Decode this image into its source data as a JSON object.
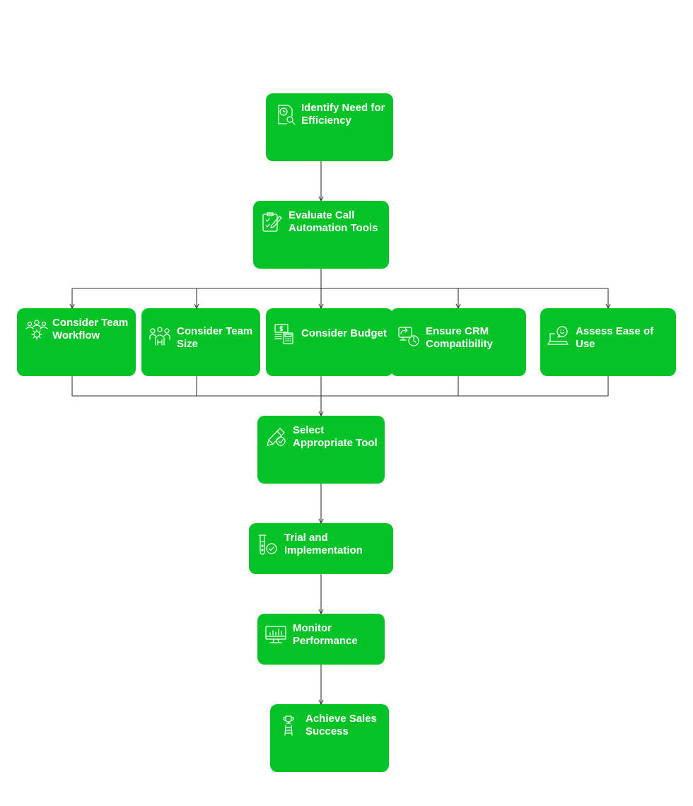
{
  "diagram": {
    "type": "flowchart",
    "colors": {
      "node_fill": "#04c327",
      "node_text": "#ffffff",
      "connector": "#333333"
    },
    "nodes": [
      {
        "id": "identify-need",
        "label": "Identify Need for Efficiency",
        "icon": "document-search-icon"
      },
      {
        "id": "evaluate-tools",
        "label": "Evaluate Call Automation Tools",
        "icon": "checklist-pencil-icon"
      },
      {
        "id": "team-workflow",
        "label": "Consider Team Workflow",
        "icon": "team-gear-icon"
      },
      {
        "id": "team-size",
        "label": "Consider Team Size",
        "icon": "group-people-icon"
      },
      {
        "id": "budget",
        "label": "Consider Budget",
        "icon": "money-calculator-icon"
      },
      {
        "id": "crm-compat",
        "label": "Ensure CRM Compatibility",
        "icon": "sync-screens-icon"
      },
      {
        "id": "ease-of-use",
        "label": "Assess Ease of Use",
        "icon": "laptop-smile-icon"
      },
      {
        "id": "select-tool",
        "label": "Select Appropriate Tool",
        "icon": "pencil-check-icon"
      },
      {
        "id": "trial",
        "label": "Trial and Implementation",
        "icon": "test-tube-check-icon"
      },
      {
        "id": "monitor",
        "label": "Monitor Performance",
        "icon": "monitor-chart-icon"
      },
      {
        "id": "success",
        "label": "Achieve Sales Success",
        "icon": "trophy-ladder-icon"
      }
    ],
    "edges": [
      [
        "identify-need",
        "evaluate-tools"
      ],
      [
        "evaluate-tools",
        "team-workflow"
      ],
      [
        "evaluate-tools",
        "team-size"
      ],
      [
        "evaluate-tools",
        "budget"
      ],
      [
        "evaluate-tools",
        "crm-compat"
      ],
      [
        "evaluate-tools",
        "ease-of-use"
      ],
      [
        "team-workflow",
        "select-tool"
      ],
      [
        "team-size",
        "select-tool"
      ],
      [
        "budget",
        "select-tool"
      ],
      [
        "crm-compat",
        "select-tool"
      ],
      [
        "ease-of-use",
        "select-tool"
      ],
      [
        "select-tool",
        "trial"
      ],
      [
        "trial",
        "monitor"
      ],
      [
        "monitor",
        "success"
      ]
    ]
  }
}
